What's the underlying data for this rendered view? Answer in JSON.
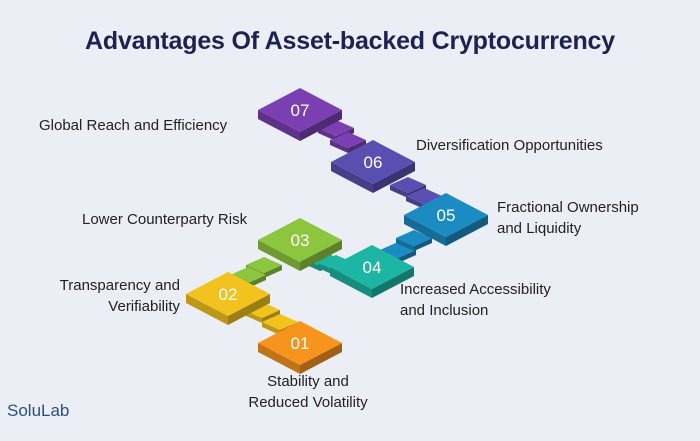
{
  "title": "Advantages Of Asset-backed Cryptocurrency",
  "brand": "SoluLab",
  "colors": {
    "background": "#ECEEF5",
    "title": "#1F2150",
    "step_01": "#F7941D",
    "step_02": "#F2C21F",
    "step_03": "#8CC63F",
    "step_04": "#1DB5A3",
    "step_05": "#1B8BC2",
    "step_06": "#5A4FB0",
    "step_07": "#7A3FB0"
  },
  "steps": [
    {
      "number": "01",
      "lines": [
        "Stability and",
        "Reduced Volatility"
      ]
    },
    {
      "number": "02",
      "lines": [
        "Transparency and",
        "Verifiability"
      ]
    },
    {
      "number": "03",
      "lines": [
        "Lower Counterparty Risk"
      ]
    },
    {
      "number": "04",
      "lines": [
        "Increased Accessibility",
        "and Inclusion"
      ]
    },
    {
      "number": "05",
      "lines": [
        "Fractional Ownership",
        "and Liquidity"
      ]
    },
    {
      "number": "06",
      "lines": [
        "Diversification Opportunities"
      ]
    },
    {
      "number": "07",
      "lines": [
        "Global Reach and Efficiency"
      ]
    }
  ]
}
